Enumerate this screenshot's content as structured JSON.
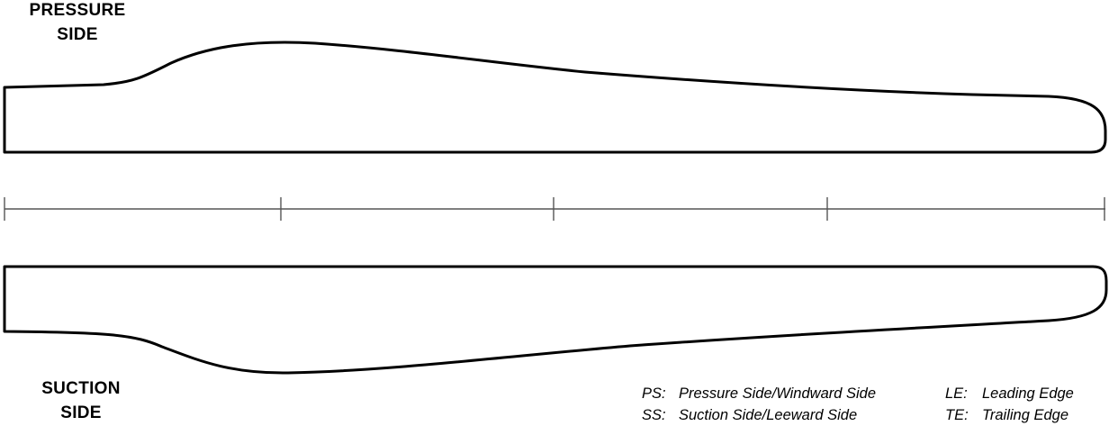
{
  "labels": {
    "pressure_side": [
      "PRESSURE",
      "SIDE"
    ],
    "suction_side": [
      "SUCTION",
      "SIDE"
    ]
  },
  "legend": {
    "left": [
      {
        "abbr": "PS:",
        "text": "Pressure Side/Windward Side"
      },
      {
        "abbr": "SS:",
        "text": "Suction Side/Leeward Side"
      }
    ],
    "right": [
      {
        "abbr": "LE:",
        "text": "Leading Edge"
      },
      {
        "abbr": "TE:",
        "text": "Trailing Edge"
      }
    ]
  },
  "colors": {
    "outline": "#000000",
    "scale_line": "#555555",
    "background": "#ffffff"
  }
}
